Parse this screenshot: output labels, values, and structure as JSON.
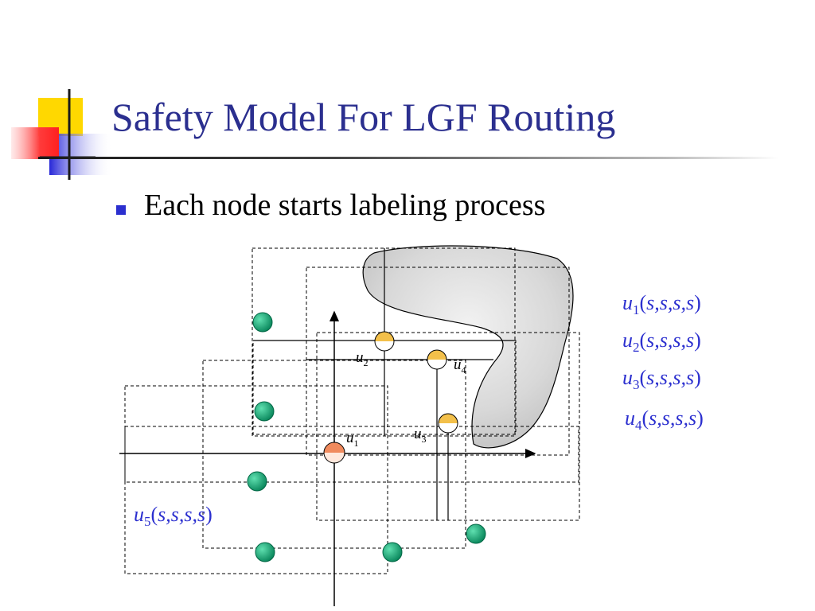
{
  "slide": {
    "title": "Safety Model For LGF Routing",
    "bullet": "Each node starts labeling process"
  },
  "node_labels": {
    "u1": "u",
    "u1_sub": "1",
    "u2": "u",
    "u2_sub": "2",
    "u3": "u",
    "u3_sub": "3",
    "u4": "u",
    "u4_sub": "4"
  },
  "equations": [
    {
      "var": "u",
      "sub": "1",
      "args": "s,s,s,s"
    },
    {
      "var": "u",
      "sub": "2",
      "args": "s,s,s,s"
    },
    {
      "var": "u",
      "sub": "3",
      "args": "s,s,s,s"
    },
    {
      "var": "u",
      "sub": "4",
      "args": "s,s,s,s"
    },
    {
      "var": "u",
      "sub": "5",
      "args": "s,s,s,s"
    }
  ],
  "colors": {
    "title": "#2b2f8f",
    "bullet": "#2b2fcf",
    "equation_text": "#2b2fcf",
    "green_node": "#0f9a6a",
    "yellow_node": "#f3c04a",
    "orange_node": "#f08a5d",
    "obstacle": "#d8d8d8"
  },
  "icons": {
    "logo": "overlapping-squares-logo"
  }
}
